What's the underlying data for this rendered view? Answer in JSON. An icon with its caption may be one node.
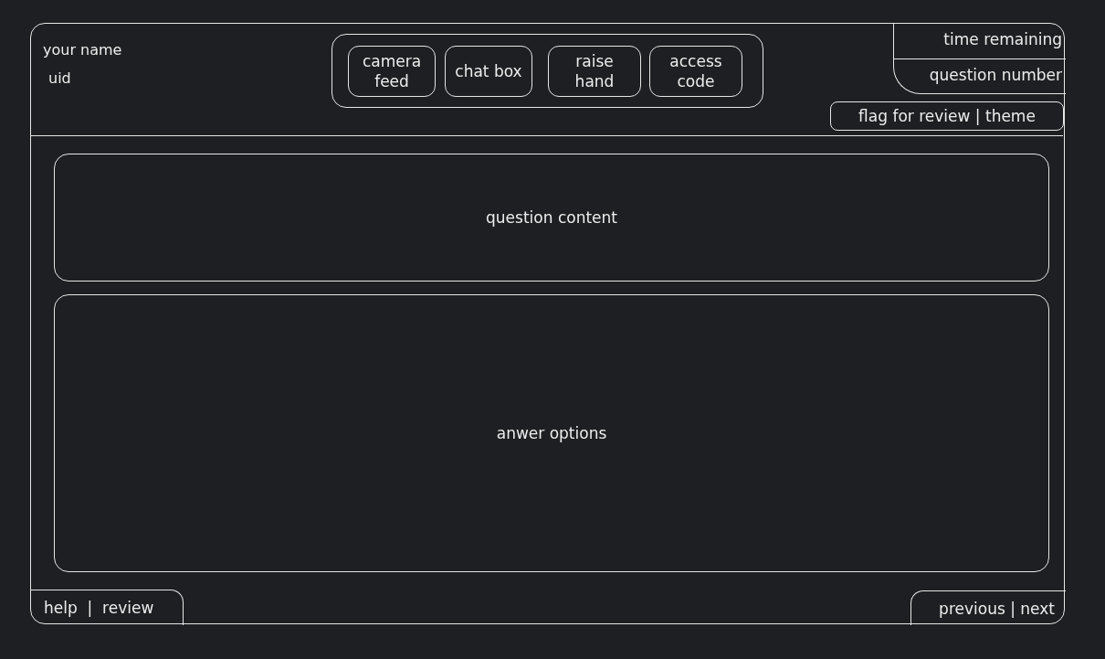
{
  "diagram": {
    "nodes": [
      {
        "text": [],
        "shape": "box"
      },
      {
        "text": [],
        "shape": "box",
        "in": 0
      },
      {
        "text": [
          "camera feed"
        ],
        "in": 1
      },
      {
        "text": [
          "chat box"
        ],
        "in": 1
      },
      {
        "text": [
          "raise hand"
        ],
        "in": 1
      },
      {
        "text": [
          "access code"
        ],
        "in": 1
      },
      {
        "text": [
          "time remaining",
          "question number"
        ],
        "in": 0
      },
      {
        "text": [
          "flag for review | theme"
        ],
        "in": 0
      },
      {
        "text": [
          "question content"
        ],
        "in": 0
      },
      {
        "text": [
          "anwer options"
        ],
        "in": 0
      },
      {
        "text": [
          "help  |  review"
        ],
        "in": 0
      },
      {
        "text": [
          "previous | next"
        ],
        "in": 0
      }
    ],
    "labels": [
      "your name",
      "uid"
    ]
  }
}
